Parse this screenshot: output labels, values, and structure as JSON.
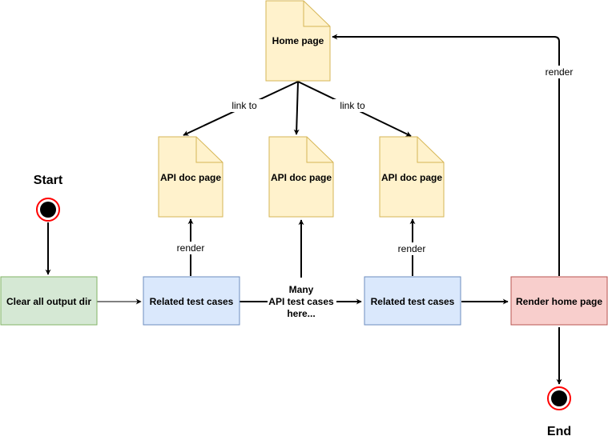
{
  "diagram": {
    "start_label": "Start",
    "end_label": "End",
    "home_page": "Home page",
    "api_doc_pages": [
      "API doc page",
      "API doc page",
      "API doc page"
    ],
    "clear_output": "Clear all output dir",
    "related_test_cases": [
      "Related test cases",
      "Related test cases"
    ],
    "render_home_page": "Render home page",
    "many_tests": [
      "Many",
      "API test cases",
      "here..."
    ],
    "edge_labels": {
      "link_to": "link to",
      "render": "render"
    }
  },
  "colors": {
    "note_fill": "#fff2cc",
    "note_stroke": "#d6b656",
    "green_fill": "#d5e8d4",
    "green_stroke": "#82b366",
    "blue_fill": "#dae8fc",
    "blue_stroke": "#6c8ebf",
    "red_fill": "#f8cecc",
    "red_stroke": "#b85450",
    "terminal_red": "#ff0000"
  }
}
